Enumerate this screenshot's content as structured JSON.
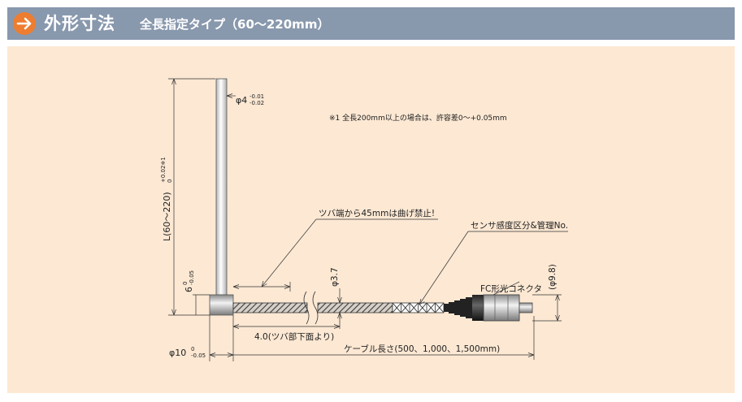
{
  "header": {
    "title": "外形寸法",
    "subtitle": "全長指定タイプ（60～220mm）",
    "accent_color": "#ed7d31",
    "bar_color": "#8898ad",
    "icon": "arrow-right-icon"
  },
  "panel": {
    "background": "#fce8d3"
  },
  "drawing": {
    "note": "※1 全長200mm以上の場合は、許容差0～+0.05mm",
    "pin_dia": {
      "symbol": "φ4",
      "tol_upper": "-0.01",
      "tol_lower": "-0.02"
    },
    "length": {
      "label": "L(60～220)",
      "tol_upper": "+0.02※1",
      "tol_lower": "0"
    },
    "base_height": {
      "value": "6",
      "tol_upper": "0",
      "tol_lower": "-0.05"
    },
    "base_dia": {
      "symbol": "φ10",
      "tol_upper": "0",
      "tol_lower": "-0.05"
    },
    "bend_note": "ツバ端から45mmは曲げ禁止!",
    "sensor_label": "センサ感度区分&管理No.",
    "cable_dia": "φ3.7",
    "connector_label": "FC形光コネクタ",
    "connector_dia": "(φ9.8)",
    "flange_offset": "4.0(ツバ部下面より)",
    "cable_length": "ケーブル長さ(500、1,000、1,500mm)"
  }
}
